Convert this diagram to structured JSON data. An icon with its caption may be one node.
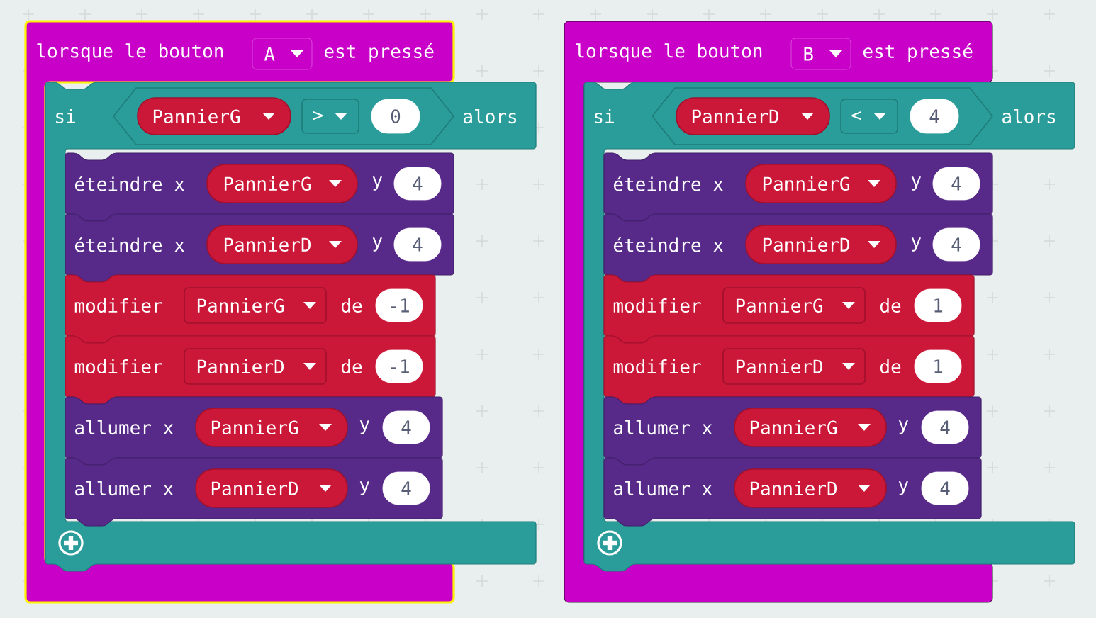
{
  "diagram": {
    "nodes": [
      {
        "text": [
          "lorsque le bouton",
          "est pressé"
        ]
      },
      {
        "text": [
          "A"
        ],
        "in": 0
      },
      {
        "text": [
          "si",
          "alors"
        ]
      },
      {
        "text": [],
        "shape": "hexagon",
        "in": 2
      },
      {
        "text": [
          "PannierG"
        ],
        "in": 3
      },
      {
        "text": [
          ">"
        ],
        "in": 3
      },
      {
        "text": [
          "0"
        ],
        "in": 3
      },
      {
        "text": [
          "éteindre x",
          "y"
        ],
        "in": 2
      },
      {
        "text": [
          "PannierG"
        ],
        "in": 7
      },
      {
        "text": [
          "4"
        ],
        "in": 7
      },
      {
        "text": [
          "éteindre x",
          "y"
        ],
        "in": 2
      },
      {
        "text": [
          "PannierD"
        ],
        "in": 10
      },
      {
        "text": [
          "4"
        ],
        "in": 10
      },
      {
        "text": [
          "modifier",
          "de"
        ],
        "in": 2
      },
      {
        "text": [
          "PannierG"
        ],
        "in": 13
      },
      {
        "text": [
          "-1"
        ],
        "in": 13
      },
      {
        "text": [
          "modifier",
          "de"
        ],
        "in": 2
      },
      {
        "text": [
          "PannierD"
        ],
        "in": 16
      },
      {
        "text": [
          "-1"
        ],
        "in": 16
      },
      {
        "text": [
          "allumer x",
          "y"
        ],
        "in": 2
      },
      {
        "text": [
          "PannierG"
        ],
        "in": 19
      },
      {
        "text": [
          "4"
        ],
        "in": 19
      },
      {
        "text": [
          "allumer x",
          "y"
        ],
        "in": 2
      },
      {
        "text": [
          "PannierD"
        ],
        "in": 22
      },
      {
        "text": [
          "4"
        ],
        "in": 22
      },
      {
        "text": [
          "lorsque le bouton",
          "est pressé"
        ]
      },
      {
        "text": [
          "B"
        ],
        "in": 25
      },
      {
        "text": [
          "si",
          "alors"
        ]
      },
      {
        "text": [],
        "shape": "hexagon",
        "in": 27
      },
      {
        "text": [
          "PannierD"
        ],
        "in": 28
      },
      {
        "text": [
          "<"
        ],
        "in": 28
      },
      {
        "text": [
          "4"
        ],
        "in": 28
      },
      {
        "text": [
          "éteindre x",
          "y"
        ],
        "in": 27
      },
      {
        "text": [
          "PannierG"
        ],
        "in": 32
      },
      {
        "text": [
          "4"
        ],
        "in": 32
      },
      {
        "text": [
          "éteindre x",
          "y"
        ],
        "in": 27
      },
      {
        "text": [
          "PannierD"
        ],
        "in": 35
      },
      {
        "text": [
          "4"
        ],
        "in": 35
      },
      {
        "text": [
          "modifier",
          "de"
        ],
        "in": 27
      },
      {
        "text": [
          "PannierG"
        ],
        "in": 38
      },
      {
        "text": [
          "1"
        ],
        "in": 38
      },
      {
        "text": [
          "modifier",
          "de"
        ],
        "in": 27
      },
      {
        "text": [
          "PannierD"
        ],
        "in": 41
      },
      {
        "text": [
          "1"
        ],
        "in": 41
      },
      {
        "text": [
          "allumer x",
          "y"
        ],
        "in": 27
      },
      {
        "text": [
          "PannierG"
        ],
        "in": 44
      },
      {
        "text": [
          "4"
        ],
        "in": 44
      },
      {
        "text": [
          "allumer x",
          "y"
        ],
        "in": 27
      },
      {
        "text": [
          "PannierD"
        ],
        "in": 47
      },
      {
        "text": [
          "4"
        ],
        "in": 47
      }
    ]
  }
}
